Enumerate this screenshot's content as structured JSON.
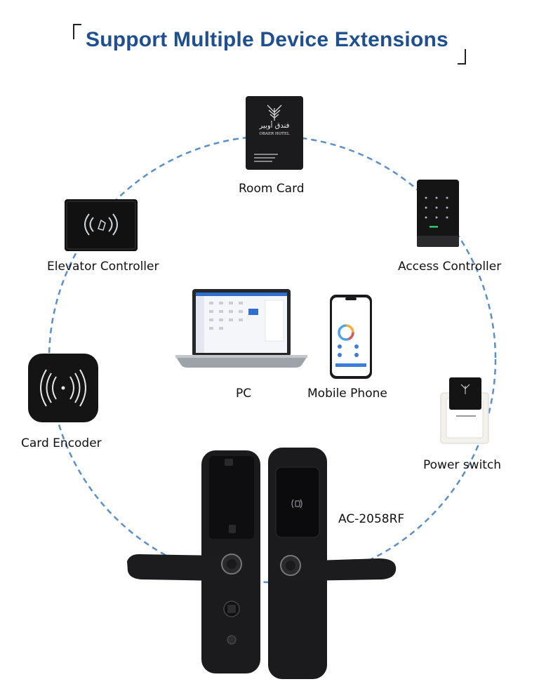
{
  "title": "Support Multiple Device Extensions",
  "labels": {
    "room_card": "Room Card",
    "elevator_controller": "Elevator Controller",
    "access_controller": "Access Controller",
    "pc": "PC",
    "mobile_phone": "Mobile Phone",
    "card_encoder": "Card Encoder",
    "power_switch": "Power switch",
    "model": "AC-2058RF"
  },
  "room_card_text": {
    "hotel_arabic": "فندق أوبير",
    "hotel_name": "OBAER HOTEL"
  },
  "colors": {
    "title": "#1f4f8f",
    "circle": "#5b8fc7",
    "device_black": "#1b1b1d"
  }
}
